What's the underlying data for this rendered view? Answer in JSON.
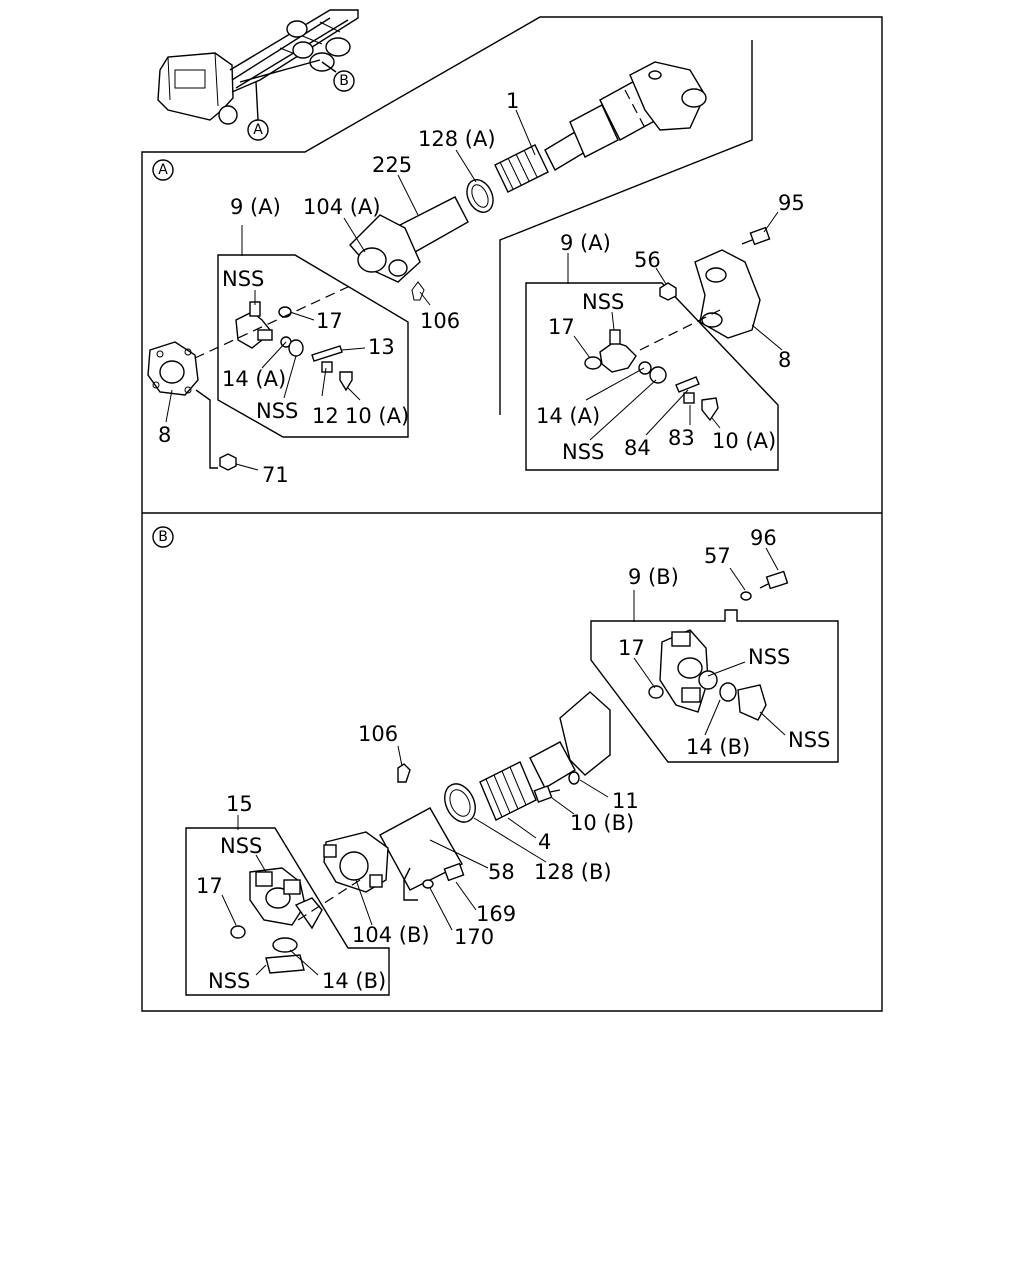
{
  "badges": {
    "a": "A",
    "b": "B"
  },
  "section_a": {
    "labels": {
      "p1": "1",
      "p128a": "128 (A)",
      "p225": "225",
      "p104a": "104 (A)",
      "p9a_left": "9 (A)",
      "nss_left_top": "NSS",
      "p17_left": "17",
      "p13": "13",
      "p106": "106",
      "p14a_left": "14 (A)",
      "nss_left_bottom": "NSS",
      "p12": "12",
      "p10a_left": "10 (A)",
      "p8_left": "8",
      "p71": "71",
      "p95": "95",
      "p9a_right": "9 (A)",
      "p56": "56",
      "nss_right_top": "NSS",
      "p17_right": "17",
      "p8_right": "8",
      "p14a_right": "14 (A)",
      "nss_right_bottom": "NSS",
      "p84": "84",
      "p83": "83",
      "p10a_right": "10 (A)"
    }
  },
  "section_b": {
    "labels": {
      "p96": "96",
      "p57": "57",
      "p9b": "9 (B)",
      "p17_right": "17",
      "nss_right_top": "NSS",
      "nss_right_bottom": "NSS",
      "p14b_right": "14 (B)",
      "p106": "106",
      "p11": "11",
      "p10b": "10 (B)",
      "p15": "15",
      "nss_left_top": "NSS",
      "p4": "4",
      "p58": "58",
      "p128b": "128 (B)",
      "p17_left": "17",
      "p169": "169",
      "p104b": "104 (B)",
      "p170": "170",
      "nss_left_bottom": "NSS",
      "p14b_left": "14 (B)"
    }
  }
}
